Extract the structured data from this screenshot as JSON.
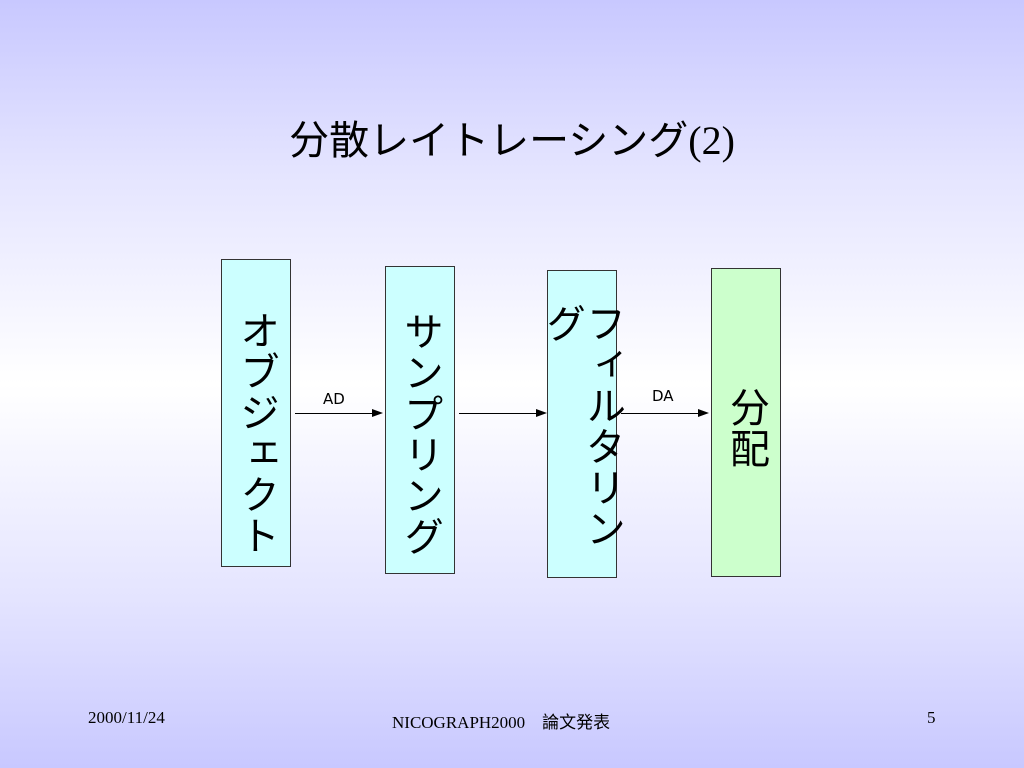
{
  "slide": {
    "title_main": "分散レイトレーシング",
    "title_suffix": "(2)"
  },
  "diagram": {
    "boxes": [
      {
        "label": "オブジェクト",
        "color": "#ccffff"
      },
      {
        "label": "サンプリング",
        "color": "#ccffff"
      },
      {
        "label": "フィルタリング",
        "color": "#ccffff"
      },
      {
        "label": "分配",
        "color": "#ccffcc"
      }
    ],
    "arrows": [
      {
        "label": "AD"
      },
      {
        "label": ""
      },
      {
        "label": "DA"
      }
    ]
  },
  "footer": {
    "date": "2000/11/24",
    "conference": "NICOGRAPH2000　論文発表",
    "page_number": "5"
  }
}
